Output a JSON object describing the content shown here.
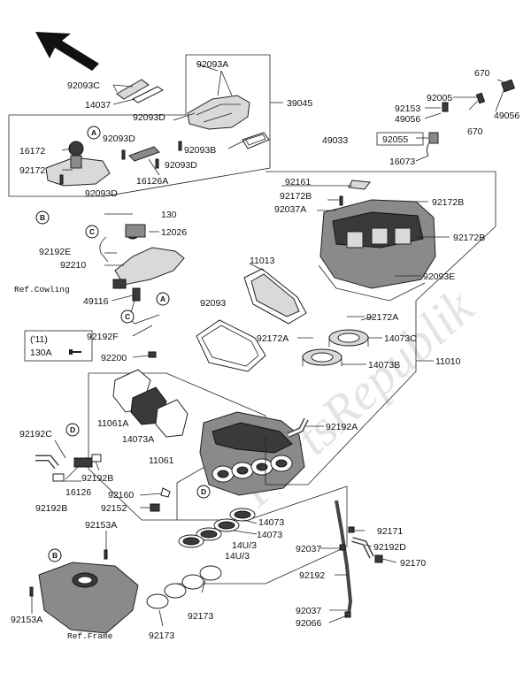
{
  "watermark": "PartsRepublik",
  "labels": {
    "l670a": "670",
    "l670b": "670",
    "l49056a": "49056",
    "l49056b": "49056",
    "l92005": "92005",
    "l92153": "92153",
    "l49033": "49033",
    "l92055": "92055",
    "l16073": "16073",
    "l92093A": "92093A",
    "l92093C": "92093C",
    "l14037": "14037",
    "l39045": "39045",
    "l92093Da": "92093D",
    "l92093Db": "92093D",
    "l92093Dc": "92093D",
    "l92093Dd": "92093D",
    "l16172": "16172",
    "l92172": "92172",
    "l92093B": "92093B",
    "l16126A": "16126A",
    "l130": "130",
    "l12026": "12026",
    "l92192E": "92192E",
    "l92210": "92210",
    "lRefCowling": "Ref.Cowling",
    "l49116": "49116",
    "l92192F": "92192F",
    "l11yr": "('11)",
    "l130A": "130A",
    "l92200": "92200",
    "l92161": "92161",
    "l92172B1": "92172B",
    "l92037A": "92037A",
    "l92172B2": "92172B",
    "l92172B3": "92172B",
    "l11013": "11013",
    "l92093E": "92093E",
    "l92093": "92093",
    "l92172Aa": "92172A",
    "l92172Ab": "92172A",
    "l14073C": "14073C",
    "l14073B": "14073B",
    "l11010": "11010",
    "l11061A": "11061A",
    "l14073A": "14073A",
    "l11061": "11061",
    "l92192A": "92192A",
    "l92192C": "92192C",
    "l16126": "16126",
    "l92192Ba": "92192B",
    "l92192Bb": "92192B",
    "l92160": "92160",
    "l92152": "92152",
    "l92153A1": "92153A",
    "l92153A2": "92153A",
    "lRefFrame": "Ref.Frame",
    "l14073a": "14073",
    "l14073b": "14073",
    "l14U3a": "14U/3",
    "l14U3b": "14U/3",
    "l92037a": "92037",
    "l92037b": "92037",
    "l92171": "92171",
    "l92192D": "92192D",
    "l92170": "92170",
    "l92192": "92192",
    "l92066": "92066",
    "l92173a": "92173",
    "l92173b": "92173"
  },
  "callouts": {
    "A": "A",
    "B": "B",
    "C": "C",
    "D": "D"
  }
}
